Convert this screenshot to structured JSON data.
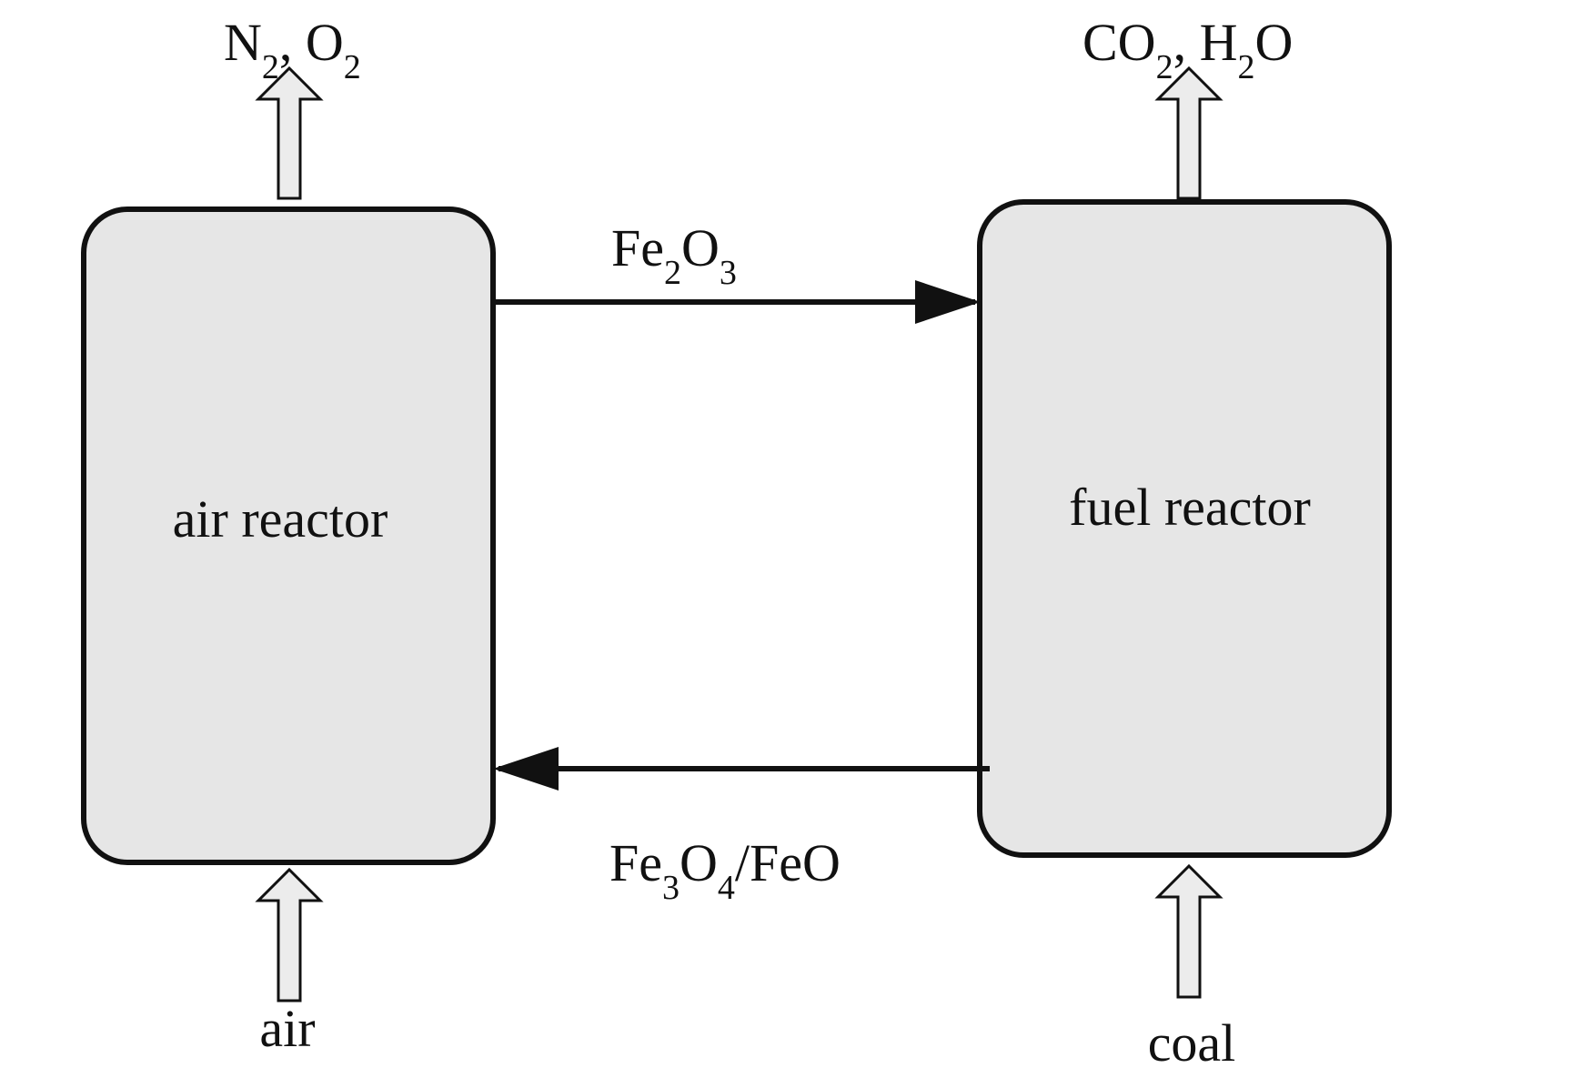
{
  "diagram": {
    "colors": {
      "box_fill": "#e6e6e6",
      "box_stroke": "#111111",
      "arrow_fill": "#ececec",
      "line": "#111111"
    },
    "reactors": {
      "air": {
        "label": "air reactor"
      },
      "fuel": {
        "label": "fuel reactor"
      }
    },
    "flows": {
      "air_in": {
        "label": "air"
      },
      "coal_in": {
        "label": "coal"
      },
      "air_out": {
        "label_parts": [
          {
            "t": "N",
            "sub": false
          },
          {
            "t": "2",
            "sub": true
          },
          {
            "t": ", O",
            "sub": false
          },
          {
            "t": "2",
            "sub": true
          }
        ]
      },
      "fuel_out": {
        "label_parts": [
          {
            "t": "CO",
            "sub": false
          },
          {
            "t": "2",
            "sub": true
          },
          {
            "t": ", H",
            "sub": false
          },
          {
            "t": "2",
            "sub": true
          },
          {
            "t": "O",
            "sub": false
          }
        ]
      },
      "to_fuel": {
        "label_parts": [
          {
            "t": "Fe",
            "sub": false
          },
          {
            "t": "2",
            "sub": true
          },
          {
            "t": "O",
            "sub": false
          },
          {
            "t": "3",
            "sub": true
          }
        ]
      },
      "to_air": {
        "label_parts": [
          {
            "t": "Fe",
            "sub": false
          },
          {
            "t": "3",
            "sub": true
          },
          {
            "t": "O",
            "sub": false
          },
          {
            "t": "4",
            "sub": true
          },
          {
            "t": "/FeO",
            "sub": false
          }
        ]
      }
    }
  }
}
